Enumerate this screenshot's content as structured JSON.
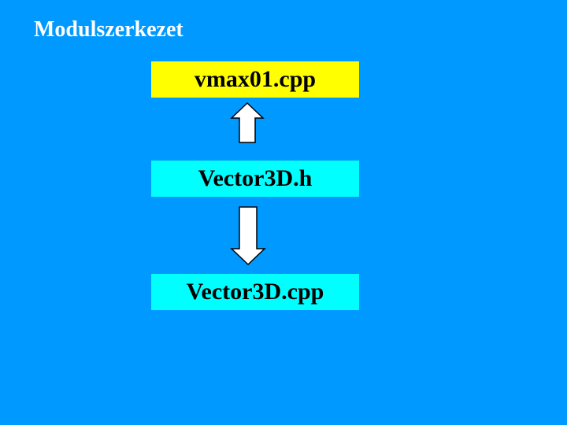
{
  "slide": {
    "title": "Modulszerkezet"
  },
  "modules": [
    {
      "label": "vmax01.cpp",
      "color": "#ffff00"
    },
    {
      "label": "Vector3D.h",
      "color": "#00ffff"
    },
    {
      "label": "Vector3D.cpp",
      "color": "#00ffff"
    }
  ],
  "arrows": [
    {
      "from": "Vector3D.h",
      "to": "vmax01.cpp",
      "direction": "up",
      "icon": "arrow-up-icon"
    },
    {
      "from": "Vector3D.h",
      "to": "Vector3D.cpp",
      "direction": "down",
      "icon": "arrow-down-icon"
    }
  ],
  "colors": {
    "background": "#0099ff",
    "title": "#ffffff",
    "arrow_fill": "#ffffff",
    "arrow_stroke": "#000000"
  }
}
